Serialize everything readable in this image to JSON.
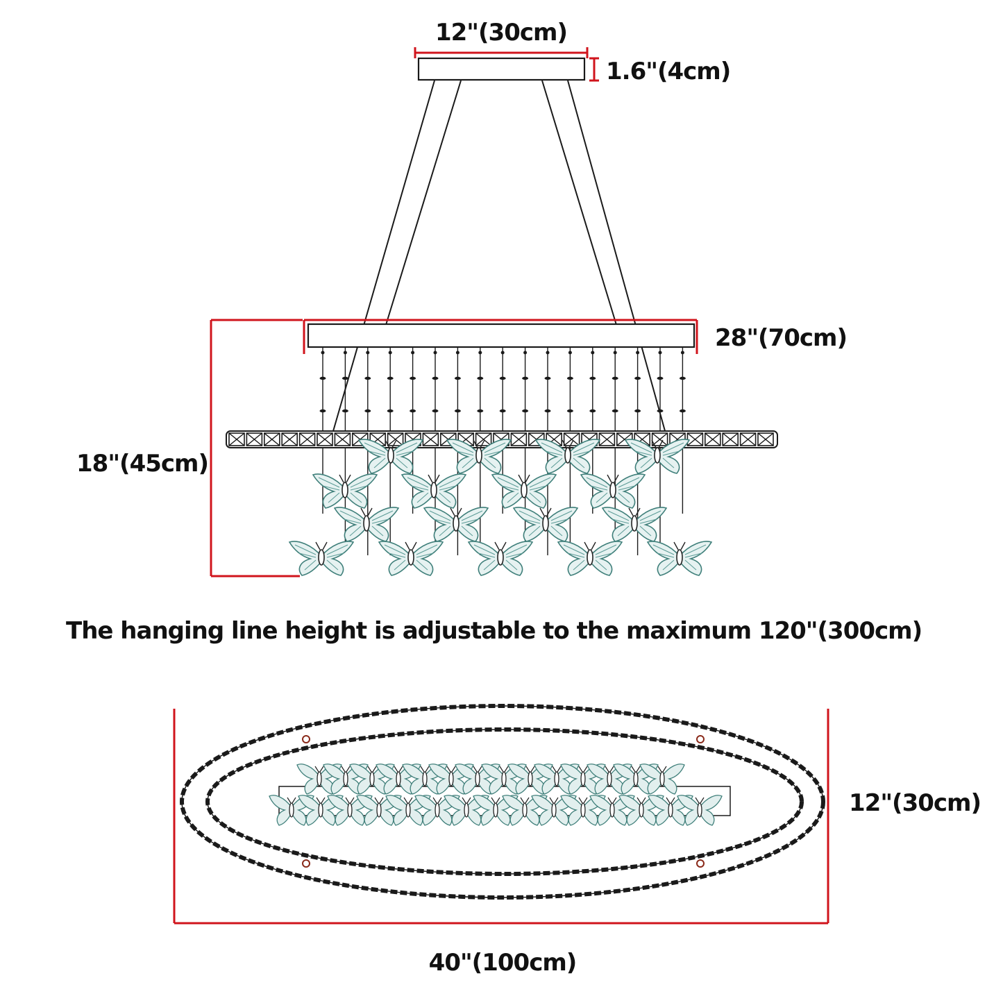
{
  "dimensions": {
    "canopy_width": "12\"(30cm)",
    "canopy_height": "1.6\"(4cm)",
    "fixture_width": "28\"(70cm)",
    "fixture_height": "18\"(45cm)",
    "oval_width": "40\"(100cm)",
    "oval_depth": "12\"(30cm)"
  },
  "note": "The hanging line height is adjustable to the maximum 120\"(300cm)",
  "colors": {
    "dimension_line": "#d0141c",
    "drawing_line": "#1a1a1a",
    "crystal": "#4f8f8a"
  }
}
